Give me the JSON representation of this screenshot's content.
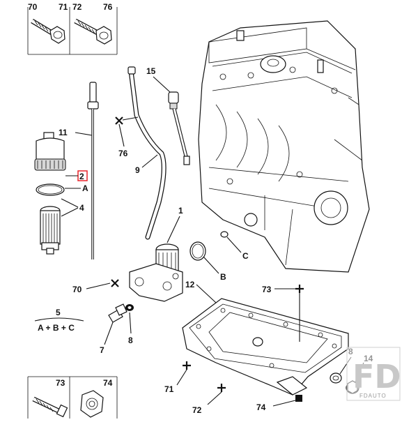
{
  "callouts": {
    "c70": "70",
    "c71": "71",
    "c72": "72",
    "c76": "76",
    "c15": "15",
    "c11": "11",
    "c2": "2",
    "cA": "A",
    "c4": "4",
    "c76b": "76",
    "c9": "9",
    "c1": "1",
    "cB": "B",
    "cC": "C",
    "c73": "73",
    "c70b": "70",
    "c12": "12",
    "c5": "5",
    "c8": "8",
    "c7": "7",
    "c71b": "71",
    "c72b": "72",
    "c74": "74",
    "c8b": "8",
    "c14": "14",
    "c73b": "73",
    "c74b": "74"
  },
  "formula": "A + B + C",
  "highlight_color": "#e8232a",
  "watermark": {
    "logo": "FD",
    "text": "FDAUTO"
  }
}
